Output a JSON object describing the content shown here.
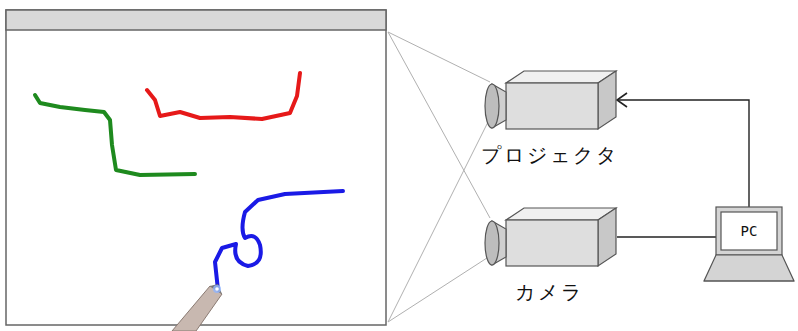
{
  "diagram": {
    "nodes": [
      {
        "text": [
          "プロジェクタ"
        ]
      },
      {
        "text": [
          "カメラ"
        ]
      },
      {
        "text": [
          "PC"
        ]
      }
    ],
    "edges": [
      {
        "from": 2,
        "to": 0,
        "arrow": "to"
      },
      {
        "from": 1,
        "to": 2,
        "arrow": "none"
      }
    ]
  }
}
